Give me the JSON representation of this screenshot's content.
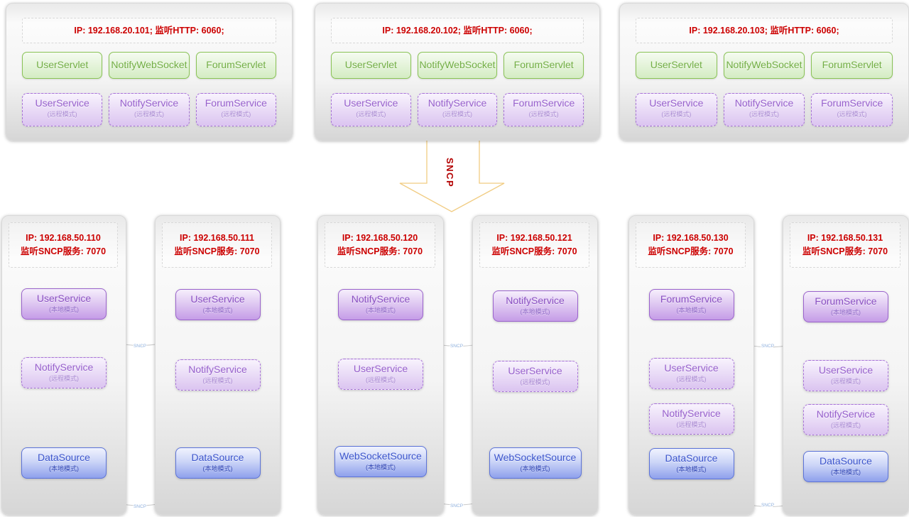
{
  "colors": {
    "ip_text": "#cc0000",
    "servlet_green": "#72ae44",
    "service_purple": "#9760cc",
    "source_blue": "#3c55cc",
    "arrow_outline": "#f1cc82",
    "arrow_label_red": "#b30000",
    "connector_line": "#c9c9c9",
    "connector_label_blue": "#8fb0dd"
  },
  "top_nodes": [
    {
      "ip": "IP: 192.168.20.101;  监听HTTP: 6060;",
      "servlets": [
        "UserServlet",
        "NotifyWebSocket",
        "ForumServlet"
      ],
      "services": [
        {
          "name": "UserService",
          "mode": "(远程模式)"
        },
        {
          "name": "NotifyService",
          "mode": "(远程模式)"
        },
        {
          "name": "ForumService",
          "mode": "(远程模式)"
        }
      ]
    },
    {
      "ip": "IP: 192.168.20.102;  监听HTTP: 6060;",
      "servlets": [
        "UserServlet",
        "NotifyWebSocket",
        "ForumServlet"
      ],
      "services": [
        {
          "name": "UserService",
          "mode": "(远程模式)"
        },
        {
          "name": "NotifyService",
          "mode": "(远程模式)"
        },
        {
          "name": "ForumService",
          "mode": "(远程模式)"
        }
      ]
    },
    {
      "ip": "IP: 192.168.20.103;  监听HTTP: 6060;",
      "servlets": [
        "UserServlet",
        "NotifyWebSocket",
        "ForumServlet"
      ],
      "services": [
        {
          "name": "UserService",
          "mode": "(远程模式)"
        },
        {
          "name": "NotifyService",
          "mode": "(远程模式)"
        },
        {
          "name": "ForumService",
          "mode": "(远程模式)"
        }
      ]
    }
  ],
  "sncp_arrow": {
    "label": "SNCP"
  },
  "connector_label": "SNCP",
  "bottom_nodes": [
    {
      "ip_line1": "IP: 192.168.50.110",
      "ip_line2": "监听SNCP服务: 7070",
      "services": [
        {
          "name": "UserService",
          "mode": "(本地模式)"
        },
        {
          "name": "NotifyService",
          "mode": "(远程模式)"
        },
        {
          "name": "DataSource",
          "mode": "(本地模式)"
        }
      ]
    },
    {
      "ip_line1": "IP: 192.168.50.111",
      "ip_line2": "监听SNCP服务: 7070",
      "services": [
        {
          "name": "UserService",
          "mode": "(本地模式)"
        },
        {
          "name": "NotifyService",
          "mode": "(远程模式)"
        },
        {
          "name": "DataSource",
          "mode": "(本地模式)"
        }
      ]
    },
    {
      "ip_line1": "IP: 192.168.50.120",
      "ip_line2": "监听SNCP服务: 7070",
      "services": [
        {
          "name": "NotifyService",
          "mode": "(本地模式)"
        },
        {
          "name": "UserService",
          "mode": "(远程模式)"
        },
        {
          "name": "WebSocketSource",
          "mode": "(本地模式)"
        }
      ]
    },
    {
      "ip_line1": "IP: 192.168.50.121",
      "ip_line2": "监听SNCP服务: 7070",
      "services": [
        {
          "name": "NotifyService",
          "mode": "(本地模式)"
        },
        {
          "name": "UserService",
          "mode": "(远程模式)"
        },
        {
          "name": "WebSocketSource",
          "mode": "(本地模式)"
        }
      ]
    },
    {
      "ip_line1": "IP: 192.168.50.130",
      "ip_line2": "监听SNCP服务: 7070",
      "services": [
        {
          "name": "ForumService",
          "mode": "(本地模式)"
        },
        {
          "name": "UserService",
          "mode": "(远程模式)"
        },
        {
          "name": "NotifyService",
          "mode": "(远程模式)"
        },
        {
          "name": "DataSource",
          "mode": "(本地模式)"
        }
      ]
    },
    {
      "ip_line1": "IP: 192.168.50.131",
      "ip_line2": "监听SNCP服务: 7070",
      "services": [
        {
          "name": "ForumService",
          "mode": "(本地模式)"
        },
        {
          "name": "UserService",
          "mode": "(远程模式)"
        },
        {
          "name": "NotifyService",
          "mode": "(远程模式)"
        },
        {
          "name": "DataSource",
          "mode": "(本地模式)"
        }
      ]
    }
  ]
}
